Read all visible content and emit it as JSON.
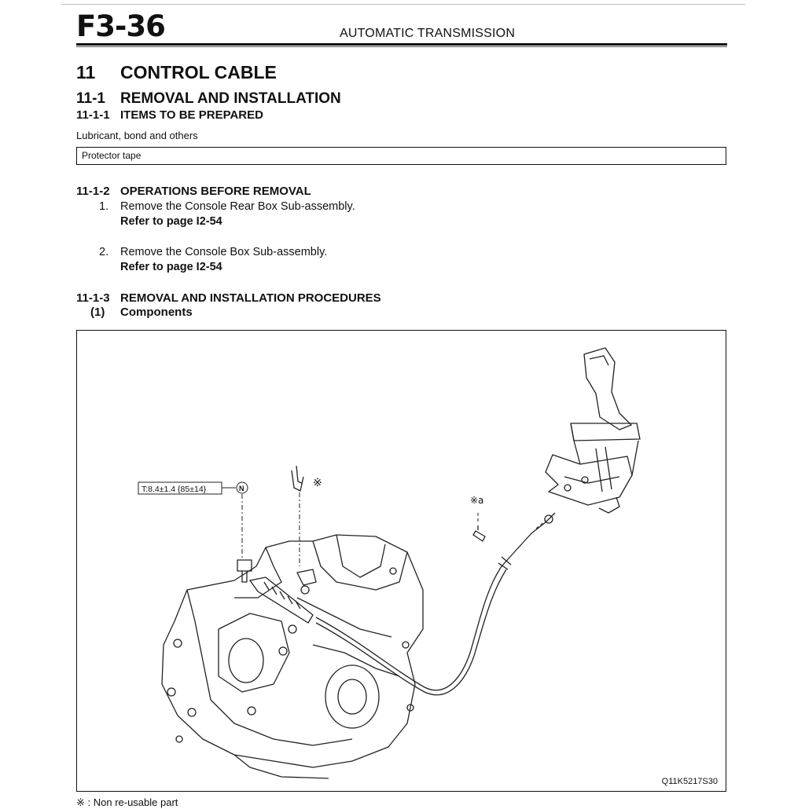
{
  "header": {
    "page_number": "F3-36",
    "chapter": "AUTOMATIC TRANSMISSION"
  },
  "section": {
    "number": "11",
    "title": "CONTROL CABLE"
  },
  "subsection": {
    "number": "11-1",
    "title": "REMOVAL AND INSTALLATION"
  },
  "items_prepared": {
    "number": "11-1-1",
    "title": "ITEMS TO BE PREPARED",
    "category": "Lubricant, bond and others",
    "items": [
      "Protector tape"
    ]
  },
  "operations_before_removal": {
    "number": "11-1-2",
    "title": "OPERATIONS BEFORE REMOVAL",
    "steps": [
      {
        "num": "1.",
        "text": "Remove the Console Rear Box Sub-assembly.",
        "ref": "Refer to page I2-54"
      },
      {
        "num": "2.",
        "text": "Remove the Console Box Sub-assembly.",
        "ref": "Refer to page I2-54"
      }
    ]
  },
  "procedures": {
    "number": "11-1-3",
    "title": "REMOVAL AND INSTALLATION PROCEDURES",
    "sub_number": "(1)",
    "sub_title": "Components"
  },
  "figure": {
    "torque_label": "T:8.4±1.4 {85±14}",
    "torque_symbol": "N",
    "clip_mark": "※",
    "pin_mark": "※a",
    "code": "Q11K5217S30"
  },
  "footnote": "※ : Non re-usable part"
}
